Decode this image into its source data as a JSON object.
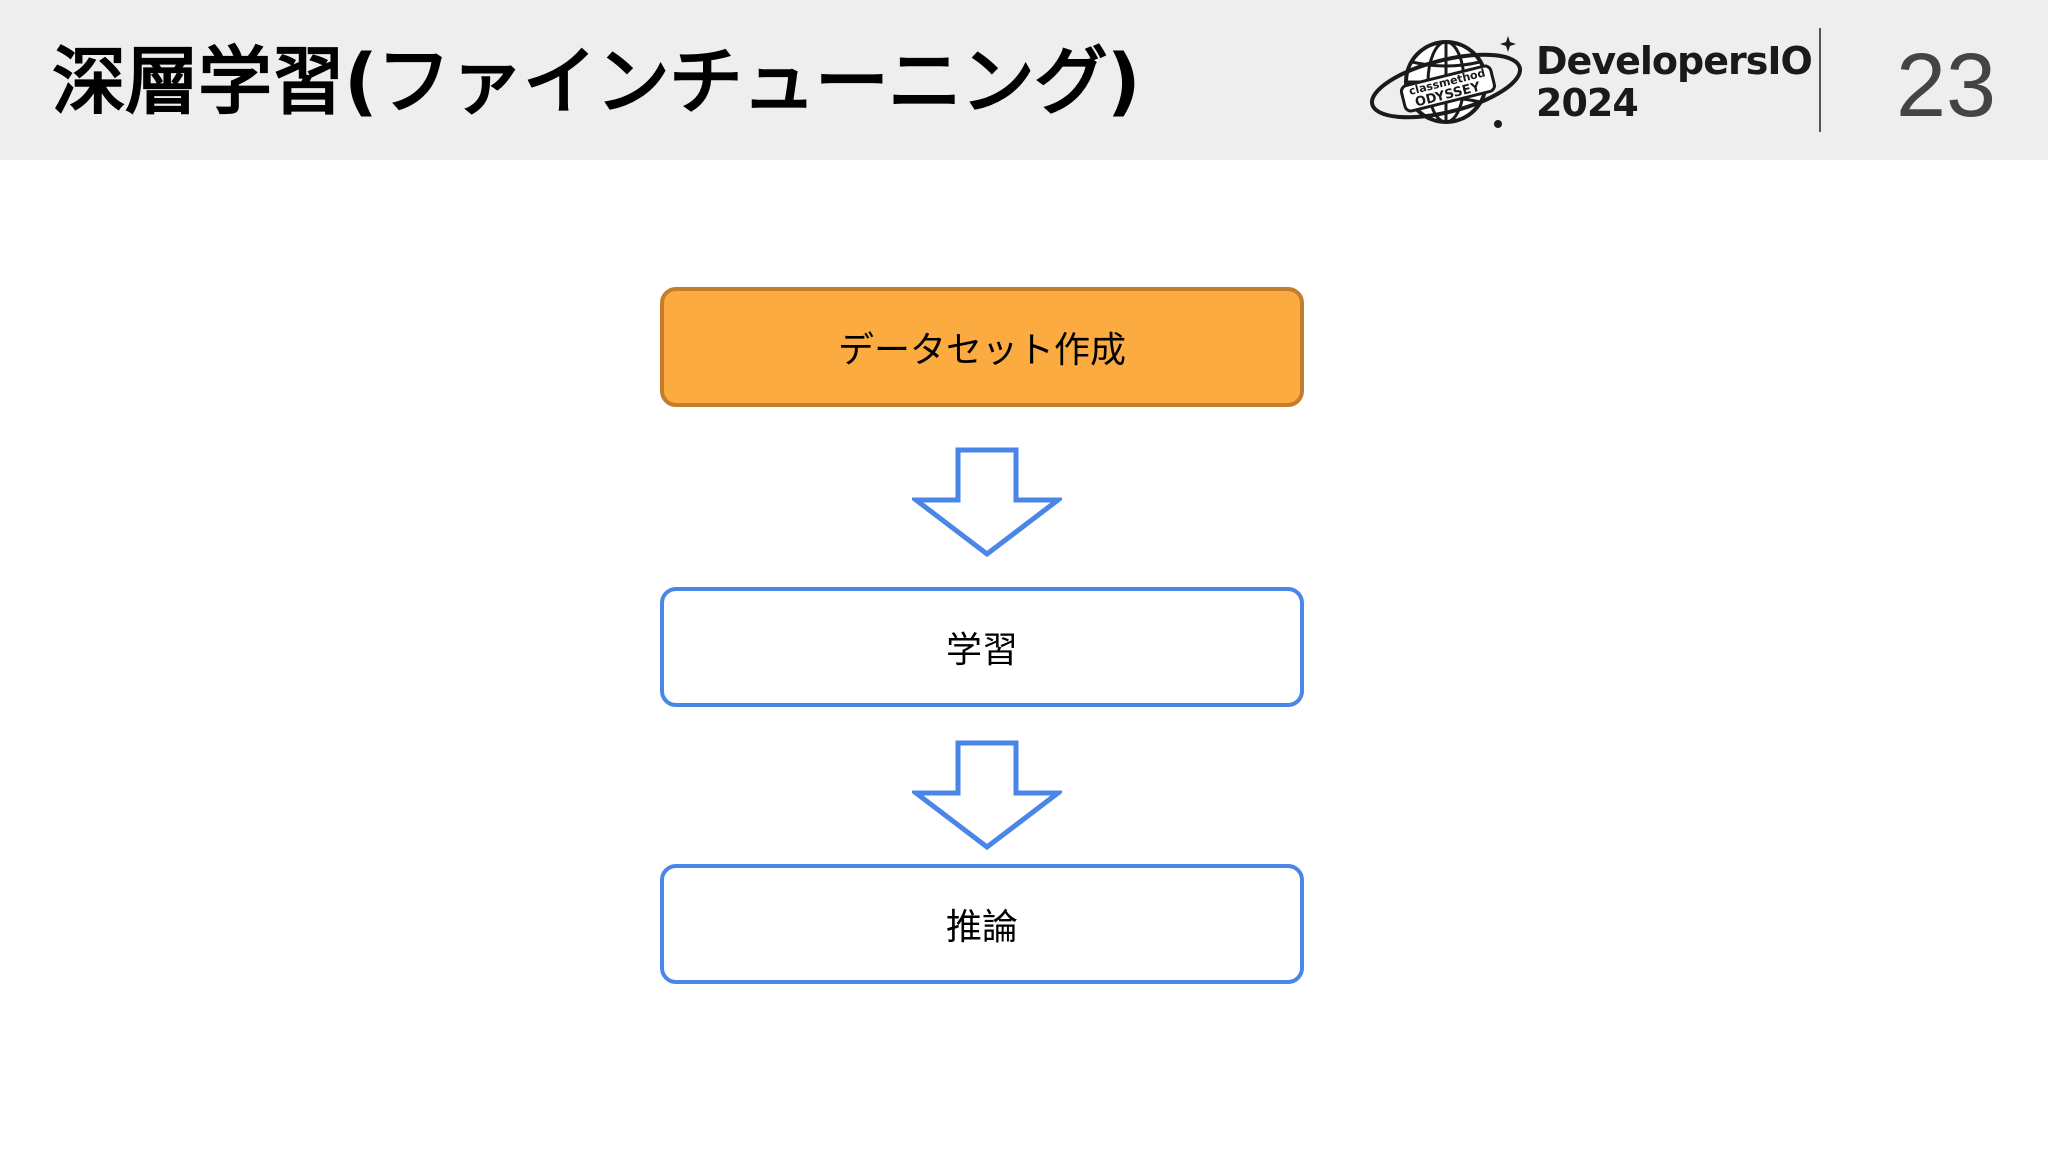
{
  "header": {
    "title": "深層学習(ファインチューニング)",
    "brand_line1": "DevelopersIO",
    "brand_line2": "2024",
    "logo_text_top": "classmethod",
    "logo_text_bottom": "ODYSSEY",
    "page_number": "23"
  },
  "flow": {
    "step1": "データセット作成",
    "step2": "学習",
    "step3": "推論"
  },
  "colors": {
    "header_bg": "#eeeeee",
    "step1_fill": "#fbab3f",
    "step1_border": "#c47d2c",
    "step_border": "#4a86e8",
    "arrow": "#4a86e8"
  }
}
